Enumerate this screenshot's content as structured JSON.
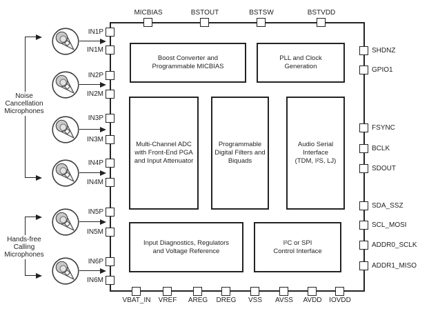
{
  "colors": {
    "line": "#222222",
    "background": "#ffffff",
    "mic_fill": "#c9c9c9"
  },
  "chip": {
    "pins": {
      "top": [
        "MICBIAS",
        "BSTOUT",
        "BSTSW",
        "BSTVDD"
      ],
      "left": [
        "IN1P",
        "IN1M",
        "IN2P",
        "IN2M",
        "IN3P",
        "IN3M",
        "IN4P",
        "IN4M",
        "IN5P",
        "IN5M",
        "IN6P",
        "IN6M"
      ],
      "right": [
        "SHDNZ",
        "GPIO1",
        "FSYNC",
        "BCLK",
        "SDOUT",
        "SDA_SSZ",
        "SCL_MOSI",
        "ADDR0_SCLK",
        "ADDR1_MISO"
      ],
      "bottom": [
        "VBAT_IN",
        "VREF",
        "AREG",
        "DREG",
        "VSS",
        "AVSS",
        "AVDD",
        "IOVDD"
      ]
    },
    "blocks": {
      "boost": {
        "lines": [
          "Boost Converter and",
          "Programmable MICBIAS"
        ]
      },
      "pll": {
        "lines": [
          "PLL and Clock",
          "Generation"
        ]
      },
      "adc": {
        "lines": [
          "Multi-Channel ADC",
          "with Front-End PGA",
          "and Input Attenuator"
        ]
      },
      "filters": {
        "lines": [
          "Programmable",
          "Digital Filters and",
          "Biquads"
        ]
      },
      "asi": {
        "lines": [
          "Audio Serial",
          "Interface",
          "(TDM, I²S, LJ)"
        ]
      },
      "diag": {
        "lines": [
          "Input Diagnostics, Regulators",
          "and Voltage Reference"
        ]
      },
      "ctrl": {
        "lines": [
          "I²C or SPI",
          "Control Interface"
        ]
      }
    }
  },
  "mic_groups": {
    "noise": {
      "lines": [
        "Noise",
        "Cancellation",
        "Microphones"
      ]
    },
    "handsfree": {
      "lines": [
        "Hands-free",
        "Calling",
        "Microphones"
      ]
    }
  },
  "icons": {
    "microphone": "microphone-icon"
  }
}
